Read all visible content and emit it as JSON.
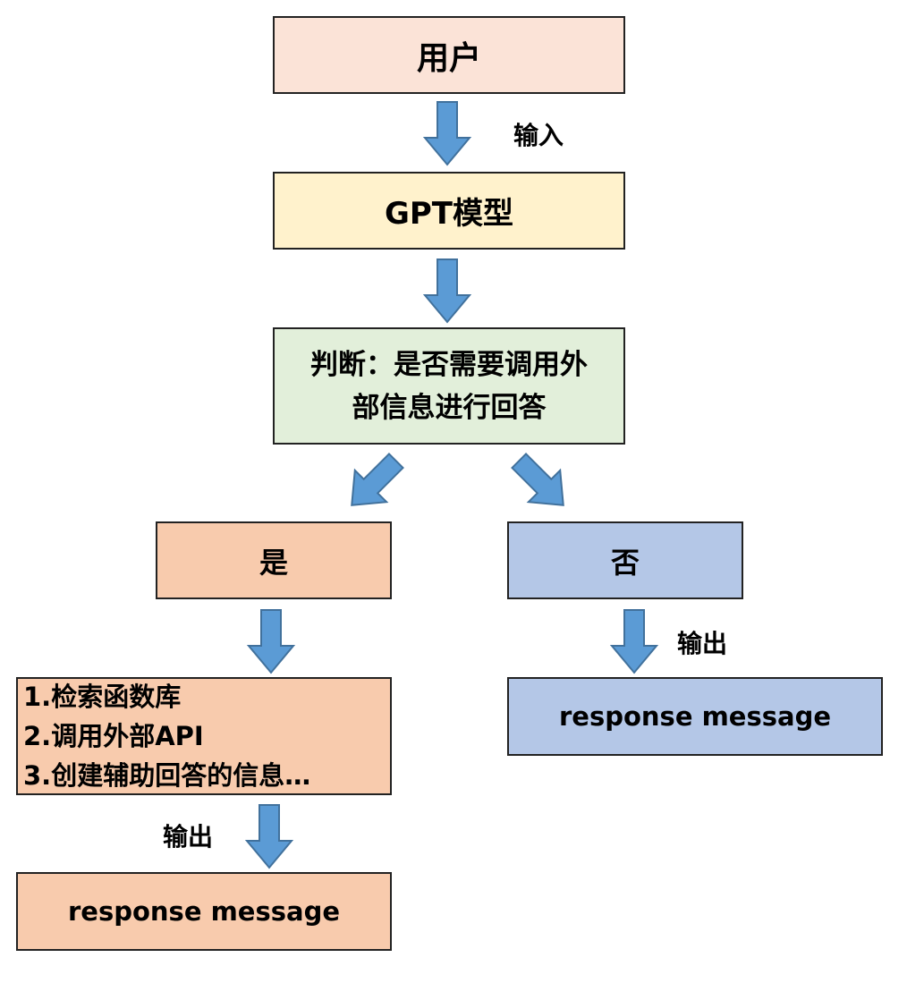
{
  "nodes": {
    "user": "用户",
    "gpt": "GPT模型",
    "judge": [
      "判断：是否需要调用外",
      "部信息进行回答"
    ],
    "yes": "是",
    "no": "否",
    "steps": [
      "1.检索函数库",
      "2.调用外部API",
      "3.创建辅助回答的信息…"
    ],
    "response_right": "response message",
    "response_left": "response message"
  },
  "edge_labels": {
    "input": "输入",
    "output_right": "输出",
    "output_left": "输出"
  },
  "colors": {
    "arrow_fill": "#5b9bd5",
    "arrow_stroke": "#41719c",
    "user_fill": "#fbe3d7",
    "gpt_fill": "#fff2cc",
    "judge_fill": "#e2efda",
    "yes_branch_fill": "#f8cbad",
    "no_branch_fill": "#b4c7e7"
  }
}
